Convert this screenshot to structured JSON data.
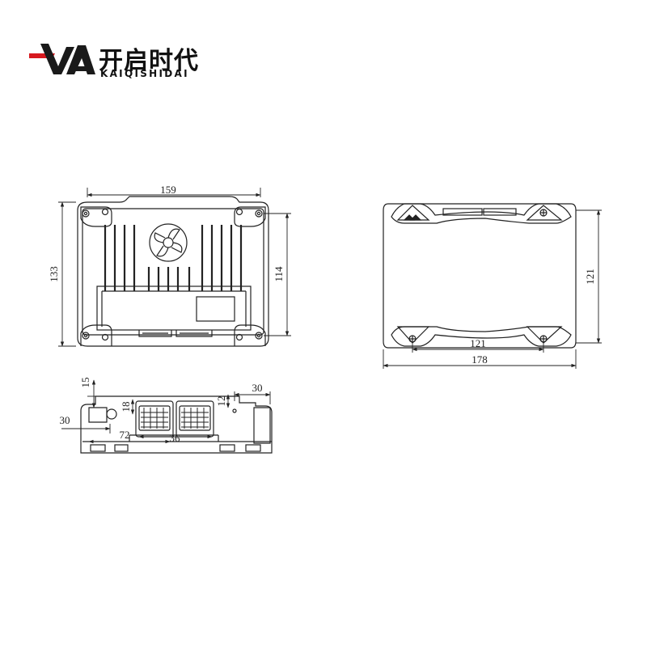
{
  "brand": {
    "name_cn": "开启时代",
    "name_en": "KAIQISHIDAI",
    "colors": {
      "red": "#d7191f",
      "dark": "#1a1a1a"
    }
  },
  "dimensions": {
    "front_width": "159",
    "front_height": "133",
    "front_hole_height": "114",
    "side_hole_height": "121",
    "side_hole_width": "121",
    "side_width": "178",
    "bottom_15": "15",
    "bottom_30_right": "30",
    "bottom_30_left": "30",
    "bottom_18": "18",
    "bottom_12": "12",
    "bottom_72": "72",
    "bottom_36": "36"
  }
}
